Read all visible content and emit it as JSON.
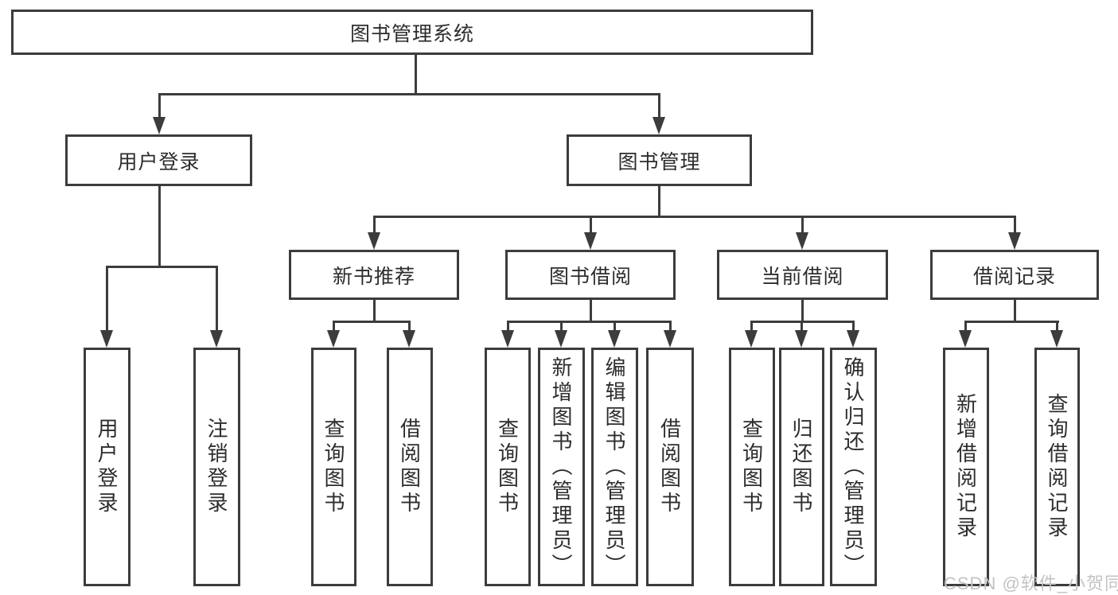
{
  "diagram_title": "图书管理系统",
  "tree": {
    "label": "图书管理系统",
    "children": [
      {
        "label": "用户登录",
        "children": [
          {
            "label": "用户登录"
          },
          {
            "label": "注销登录"
          }
        ]
      },
      {
        "label": "图书管理",
        "children": [
          {
            "label": "新书推荐",
            "children": [
              {
                "label": "查询图书"
              },
              {
                "label": "借阅图书"
              }
            ]
          },
          {
            "label": "图书借阅",
            "children": [
              {
                "label": "查询图书"
              },
              {
                "label": "新增图书（管理员）"
              },
              {
                "label": "编辑图书（管理员）"
              },
              {
                "label": "借阅图书"
              }
            ]
          },
          {
            "label": "当前借阅",
            "children": [
              {
                "label": "查询图书"
              },
              {
                "label": "归还图书"
              },
              {
                "label": "确认归还（管理员）"
              }
            ]
          },
          {
            "label": "借阅记录",
            "children": [
              {
                "label": "新增借阅记录"
              },
              {
                "label": "查询借阅记录"
              }
            ]
          }
        ]
      }
    ]
  },
  "watermark": "CSDN @软件_小贺同学",
  "colors": {
    "line": "#3c3c3c",
    "text": "#2d2d2d",
    "watermark": "#c3c3c6",
    "background": "#ffffff"
  }
}
